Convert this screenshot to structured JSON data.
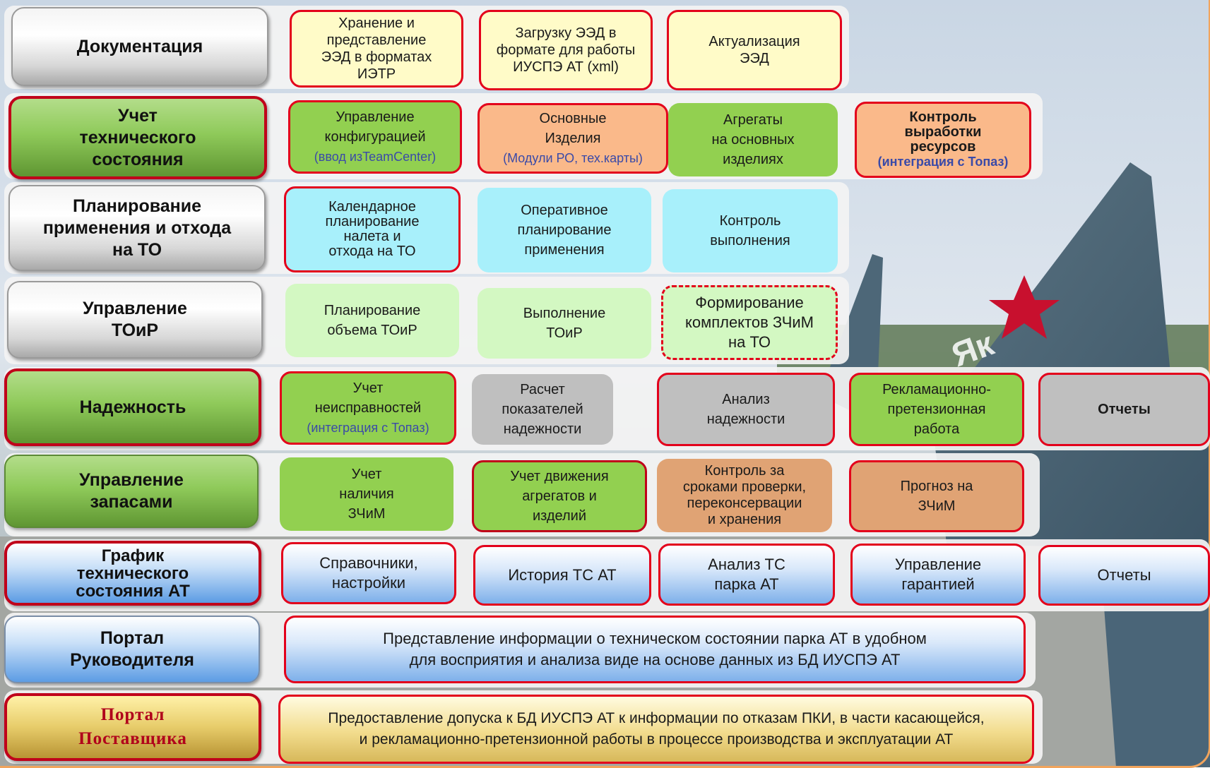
{
  "rows": {
    "documentation": {
      "header": "Документация",
      "boxes": [
        {
          "lines": [
            "Хранение и",
            "представление",
            "ЭЭД в форматах",
            "ИЭТР"
          ]
        },
        {
          "lines": [
            "Загрузку ЭЭД в",
            "формате для работы",
            "ИУСПЭ АТ (xml)"
          ]
        },
        {
          "lines": [
            "Актуализация",
            "ЭЭД"
          ]
        }
      ]
    },
    "tech_state": {
      "header": [
        "Учет",
        "технического",
        "состояния"
      ],
      "boxes": [
        {
          "lines": [
            "Управление",
            "конфигурацией"
          ],
          "sub": "(ввод изTeamCenter)"
        },
        {
          "lines": [
            "Основные",
            "Изделия"
          ],
          "sub": "(Модули РО, тех.карты)"
        },
        {
          "lines": [
            "Агрегаты",
            "на основных",
            "изделиях"
          ]
        },
        {
          "lines": [
            "Контроль",
            "выработки",
            "ресурсов"
          ],
          "sub": "(интеграция с Топаз)"
        }
      ]
    },
    "planning": {
      "header": [
        "Планирование",
        "применения и отхода",
        "на ТО"
      ],
      "boxes": [
        {
          "lines": [
            "Календарное",
            "планирование",
            "налета и",
            "отхода на ТО"
          ]
        },
        {
          "lines": [
            "Оперативное",
            "планирование",
            "применения"
          ]
        },
        {
          "lines": [
            "Контроль",
            "выполнения"
          ]
        }
      ]
    },
    "toir": {
      "header": [
        "Управление",
        "ТОиР"
      ],
      "boxes": [
        {
          "lines": [
            "Планирование",
            "объема ТОиР"
          ]
        },
        {
          "lines": [
            "Выполнение",
            "ТОиР"
          ]
        },
        {
          "lines": [
            "Формирование",
            "комплектов ЗЧиМ",
            "на ТО"
          ]
        }
      ]
    },
    "reliability": {
      "header": "Надежность",
      "boxes": [
        {
          "lines": [
            "Учет",
            "неисправностей"
          ],
          "sub": "(интеграция с Топаз)"
        },
        {
          "lines": [
            "Расчет",
            "показателей",
            "надежности"
          ]
        },
        {
          "lines": [
            "Анализ",
            "надежности"
          ]
        },
        {
          "lines": [
            "Рекламационно-",
            "претензионная",
            "работа"
          ]
        },
        {
          "lines": [
            "Отчеты"
          ]
        }
      ]
    },
    "stock": {
      "header": [
        "Управление",
        "запасами"
      ],
      "boxes": [
        {
          "lines": [
            "Учет",
            "наличия",
            "ЗЧиМ"
          ]
        },
        {
          "lines": [
            "Учет движения",
            "агрегатов и",
            "изделий"
          ]
        },
        {
          "lines": [
            "Контроль за",
            "сроками проверки,",
            "переконсервации",
            "и хранения"
          ]
        },
        {
          "lines": [
            "Прогноз на",
            "ЗЧиМ"
          ]
        }
      ]
    },
    "schedule": {
      "header": [
        "График",
        "технического",
        "состояния АТ"
      ],
      "boxes": [
        {
          "lines": [
            "Справочники,",
            "настройки"
          ]
        },
        {
          "lines": [
            "История ТС  АТ"
          ]
        },
        {
          "lines": [
            "Анализ ТС",
            "парка АТ"
          ]
        },
        {
          "lines": [
            "Управление",
            "гарантией"
          ]
        },
        {
          "lines": [
            "Отчеты"
          ]
        }
      ]
    },
    "manager_portal": {
      "header": [
        "Портал",
        "Руководителя"
      ],
      "box": {
        "lines": [
          "Представление информации о техническом состоянии парка АТ в  удобном",
          "для восприятия и анализа виде на основе данных из БД ИУСПЭ АТ"
        ]
      }
    },
    "supplier_portal": {
      "header": [
        "Портал",
        "Поставщика"
      ],
      "box": {
        "lines": [
          "Предоставление допуска к БД ИУСПЭ АТ к информации по отказам ПКИ, в части касающейся,",
          "и рекламационно-претензионной работы в процессе производства и эксплуатации АТ"
        ]
      }
    }
  },
  "colors": {
    "red_border": "#e3001b",
    "green": "#92d050",
    "yellow": "#fffbc8",
    "cyan": "#a8f0fb",
    "orange": "#fab98a",
    "gray": "#bfbfbf"
  },
  "background": {
    "image": "aircraft tail with red star on airfield",
    "tail_marking": "Як"
  }
}
